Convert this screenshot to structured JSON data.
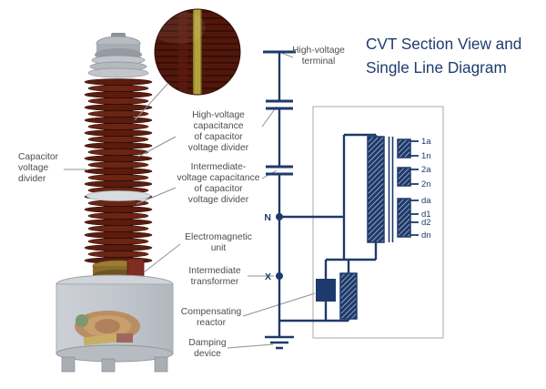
{
  "title": "CVT Section View and\nSingle Line Diagram",
  "labels": {
    "capacitor_voltage_divider": "Capacitor\nvoltage\ndivider",
    "hv_terminal": "High-voltage\nterminal",
    "hv_capacitance": "High-voltage\ncapacitance\nof capacitor\nvoltage divider",
    "iv_capacitance": "Intermediate-\nvoltage capacitance\nof capacitor\nvoltage divider",
    "electromagnetic_unit": "Electromagnetic\nunit",
    "intermediate_transformer": "Intermediate\ntransformer",
    "compensating_reactor": "Compensating\nreactor",
    "damping_device": "Damping\ndevice"
  },
  "schematic": {
    "node_labels": {
      "n": "N",
      "x": "X"
    },
    "taps": [
      "1a",
      "1n",
      "2a",
      "2n",
      "da",
      "d1",
      "d2",
      "dn"
    ]
  },
  "colors": {
    "schematic_navy": "#1e3a6c",
    "title_blue": "#1d3c6e",
    "label_gray": "#4d4d4d",
    "leader_gray": "#919191",
    "insulator_dark": "#5a1c0f",
    "insulator_light": "#6b2514",
    "insulator_edge": "#350d05",
    "core_stripe_yellow": "#b3a23c",
    "tank_gray": "#c3c7cd"
  }
}
